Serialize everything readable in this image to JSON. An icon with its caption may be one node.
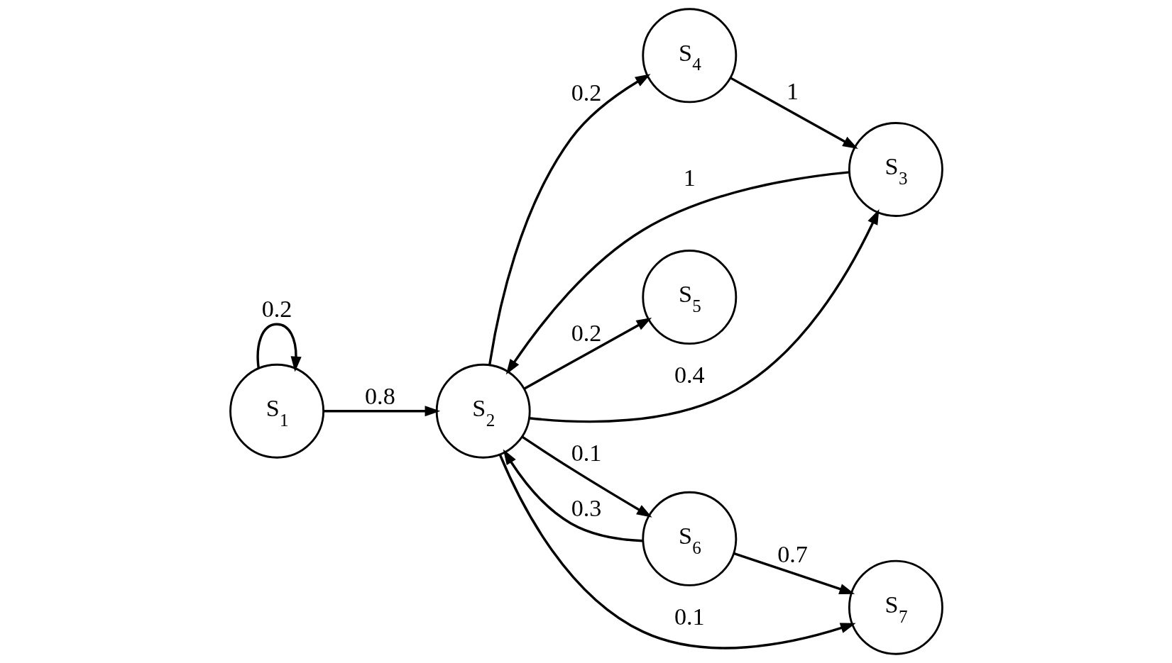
{
  "diagram": {
    "nodes": [
      {
        "text": [
          "S$_{1}$"
        ]
      },
      {
        "text": [
          "S$_{2}$"
        ]
      },
      {
        "text": [
          "S$_{3}$"
        ]
      },
      {
        "text": [
          "S$_{4}$"
        ]
      },
      {
        "text": [
          "S$_{5}$"
        ]
      },
      {
        "text": [
          "S$_{6}$"
        ]
      },
      {
        "text": [
          "S$_{7}$"
        ]
      }
    ],
    "edges": [
      {
        "from": 0,
        "to": 0,
        "arrow": "to",
        "label": "0.2"
      },
      {
        "from": 0,
        "to": 1,
        "arrow": "to",
        "label": "0.8"
      },
      {
        "from": 1,
        "to": 4,
        "arrow": "to",
        "label": "0.2"
      },
      {
        "from": 1,
        "to": 6,
        "arrow": "to",
        "label": "0.1"
      },
      {
        "from": 1,
        "to": 2,
        "arrow": "to",
        "label": "0.4"
      },
      {
        "from": 2,
        "to": 1,
        "arrow": "to",
        "label": "1"
      },
      {
        "from": 1,
        "to": 3,
        "arrow": "to",
        "label": "0.2"
      },
      {
        "from": 1,
        "to": 5,
        "arrow": "to",
        "label": "0.1"
      },
      {
        "from": 5,
        "to": 1,
        "arrow": "to",
        "label": "0.3"
      },
      {
        "from": 5,
        "to": 6,
        "arrow": "to",
        "label": "0.7"
      },
      {
        "from": 3,
        "to": 2,
        "arrow": "to",
        "label": "1"
      }
    ]
  }
}
